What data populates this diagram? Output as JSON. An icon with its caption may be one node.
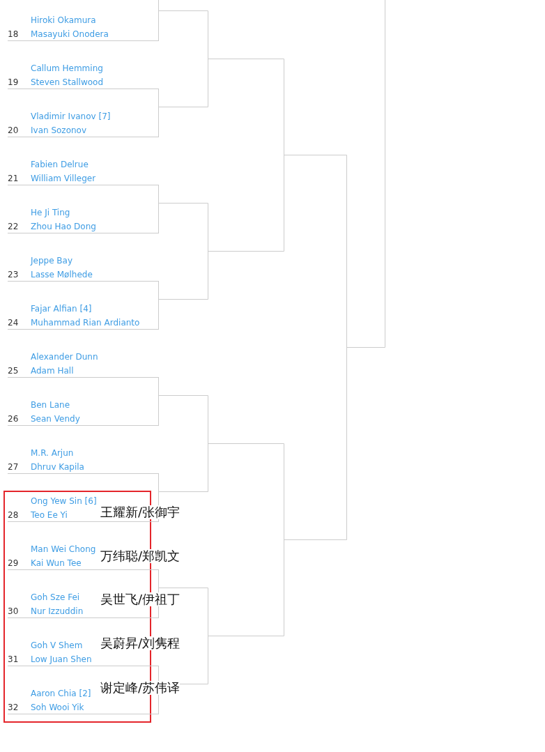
{
  "diagram": {
    "nodes": [
      {
        "text": [
          "18",
          "Hiroki Okamura",
          "Masayuki Onodera"
        ]
      },
      {
        "text": [
          "19",
          "Callum Hemming",
          "Steven Stallwood"
        ]
      },
      {
        "text": [
          "20",
          "Vladimir Ivanov [7]",
          "Ivan Sozonov"
        ]
      },
      {
        "text": [
          "21",
          "Fabien Delrue",
          "William Villeger"
        ]
      },
      {
        "text": [
          "22",
          "He Ji Ting",
          "Zhou Hao Dong"
        ]
      },
      {
        "text": [
          "23",
          "Jeppe Bay",
          "Lasse Mølhede"
        ]
      },
      {
        "text": [
          "24",
          "Fajar Alfian [4]",
          "Muhammad Rian Ardianto"
        ]
      },
      {
        "text": [
          "25",
          "Alexander Dunn",
          "Adam Hall"
        ]
      },
      {
        "text": [
          "26",
          "Ben Lane",
          "Sean Vendy"
        ]
      },
      {
        "text": [
          "27",
          "M.R. Arjun",
          "Dhruv Kapila"
        ]
      },
      {
        "text": [
          "28",
          "Ong Yew Sin [6]",
          "Teo Ee Yi",
          "王耀新/张御宇"
        ]
      },
      {
        "text": [
          "29",
          "Man Wei Chong",
          "Kai Wun Tee",
          "万纬聪/郑凯文"
        ]
      },
      {
        "text": [
          "30",
          "Goh Sze Fei",
          "Nur Izzuddin",
          "吴世飞/伊祖丁"
        ]
      },
      {
        "text": [
          "31",
          "Goh V Shem",
          "Low Juan Shen",
          "吴蔚昇/刘隽程"
        ]
      },
      {
        "text": [
          "32",
          "Aaron Chia [2]",
          "Soh Wooi Yik",
          "谢定峰/苏伟译"
        ]
      }
    ],
    "edges": [
      {
        "from": 0,
        "to": null,
        "arrow": "none"
      },
      {
        "from": 1,
        "to": 2,
        "arrow": "none"
      },
      {
        "from": 3,
        "to": 4,
        "arrow": "none"
      },
      {
        "from": 5,
        "to": 6,
        "arrow": "none"
      },
      {
        "from": 7,
        "to": 8,
        "arrow": "none"
      },
      {
        "from": 9,
        "to": 10,
        "arrow": "none"
      },
      {
        "from": 11,
        "to": 12,
        "arrow": "none"
      },
      {
        "from": 13,
        "to": 14,
        "arrow": "none"
      }
    ]
  }
}
